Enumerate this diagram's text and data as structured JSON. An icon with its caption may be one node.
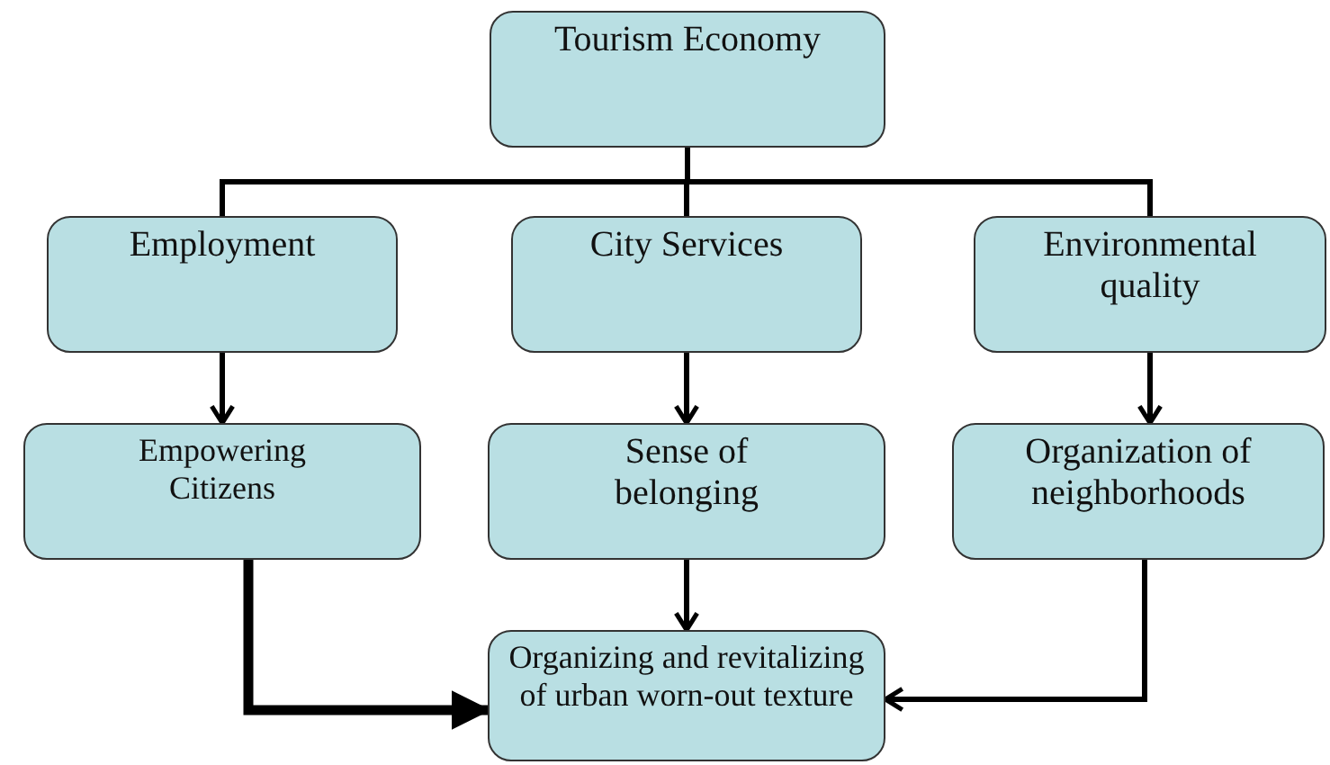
{
  "diagram": {
    "nodes": [
      {
        "text": [
          "Tourism Economy"
        ]
      },
      {
        "text": [
          "Employment"
        ]
      },
      {
        "text": [
          "City Services"
        ]
      },
      {
        "text": [
          "Environmental quality"
        ]
      },
      {
        "text": [
          "Empowering Citizens"
        ]
      },
      {
        "text": [
          "Sense of belonging"
        ]
      },
      {
        "text": [
          "Organization of neighborhoods"
        ]
      },
      {
        "text": [
          "Organizing and revitalizing of urban worn-out texture"
        ]
      }
    ],
    "edges": [
      {
        "from": 0,
        "to": 1,
        "arrow": "none"
      },
      {
        "from": 0,
        "to": 2,
        "arrow": "none"
      },
      {
        "from": 0,
        "to": 3,
        "arrow": "none"
      },
      {
        "from": 1,
        "to": 4,
        "arrow": "to"
      },
      {
        "from": 2,
        "to": 5,
        "arrow": "to"
      },
      {
        "from": 3,
        "to": 6,
        "arrow": "to"
      },
      {
        "from": 5,
        "to": 7,
        "arrow": "to"
      },
      {
        "from": 4,
        "to": 7,
        "arrow": "to",
        "style": "thick"
      },
      {
        "from": 6,
        "to": 7,
        "arrow": "to"
      }
    ]
  }
}
